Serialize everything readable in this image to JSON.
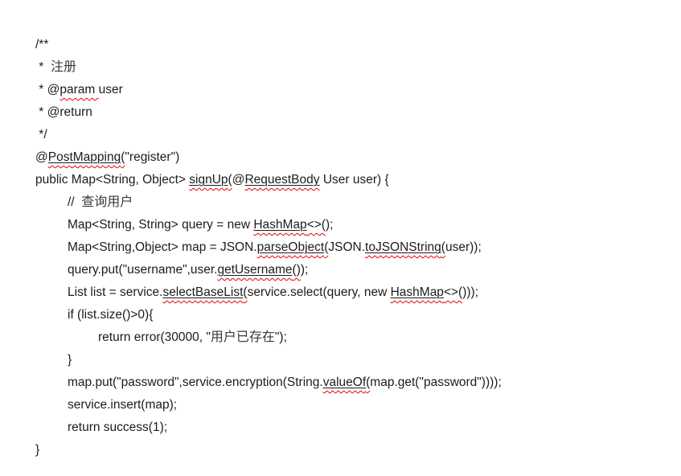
{
  "page": {
    "background": "#ffffff",
    "text_color": "#1c1c1c",
    "chinese_text_color": "#3a3a3a",
    "underline_color": "#1a1a1a",
    "squiggle_color": "#e80000",
    "language": "java"
  },
  "code": {
    "lines": [
      {
        "indent": 0,
        "segments": [
          {
            "s": "p",
            "t": "/**"
          }
        ]
      },
      {
        "indent": 0,
        "segments": [
          {
            "s": "p",
            "t": " *  "
          },
          {
            "s": "cn",
            "t": "注册"
          }
        ]
      },
      {
        "indent": 0,
        "segments": [
          {
            "s": "p",
            "t": " * @"
          },
          {
            "s": "sq",
            "t": "param "
          },
          {
            "s": "p",
            "t": "user"
          }
        ]
      },
      {
        "indent": 0,
        "segments": [
          {
            "s": "p",
            "t": " * @return"
          }
        ]
      },
      {
        "indent": 0,
        "segments": [
          {
            "s": "p",
            "t": " */"
          }
        ]
      },
      {
        "indent": 0,
        "segments": [
          {
            "s": "p",
            "t": "@"
          },
          {
            "s": "usq",
            "w": "PostMapping",
            "tail": "("
          },
          {
            "s": "p",
            "t": "\"register\")"
          }
        ]
      },
      {
        "indent": 0,
        "segments": [
          {
            "s": "p",
            "t": "public Map<String, Object> "
          },
          {
            "s": "usq",
            "w": "signUp",
            "tail": "("
          },
          {
            "s": "p",
            "t": "@"
          },
          {
            "s": "usq",
            "w": "RequestBody",
            "tail": ""
          },
          {
            "s": "p",
            "t": " User user) {"
          }
        ]
      },
      {
        "indent": 1,
        "segments": [
          {
            "s": "p",
            "t": "//  "
          },
          {
            "s": "cn",
            "t": "查询用户"
          }
        ]
      },
      {
        "indent": 1,
        "segments": [
          {
            "s": "p",
            "t": "Map<String, String> query = new "
          },
          {
            "s": "usq",
            "w": "HashMap",
            "tail": "<>("
          },
          {
            "s": "p",
            "t": ");"
          }
        ]
      },
      {
        "indent": 1,
        "segments": [
          {
            "s": "p",
            "t": "Map<String,Object> map = JSON."
          },
          {
            "s": "usq",
            "w": "parseObject",
            "tail": "("
          },
          {
            "s": "p",
            "t": "JSON."
          },
          {
            "s": "usq",
            "w": "toJSONString",
            "tail": "("
          },
          {
            "s": "p",
            "t": "user));"
          }
        ]
      },
      {
        "indent": 1,
        "segments": [
          {
            "s": "p",
            "t": "query.put(\"username\",user."
          },
          {
            "s": "usq",
            "w": "getUsername",
            "tail": "()"
          },
          {
            "s": "p",
            "t": ");"
          }
        ]
      },
      {
        "indent": 1,
        "segments": [
          {
            "s": "p",
            "t": "List list = service."
          },
          {
            "s": "usq",
            "w": "selectBaseList",
            "tail": "("
          },
          {
            "s": "p",
            "t": "service.select(query, new "
          },
          {
            "s": "usq",
            "w": "HashMap",
            "tail": "<>("
          },
          {
            "s": "p",
            "t": ")));"
          }
        ]
      },
      {
        "indent": 1,
        "segments": [
          {
            "s": "p",
            "t": "if (list.size()>0){"
          }
        ]
      },
      {
        "indent": 2,
        "segments": [
          {
            "s": "p",
            "t": "return error(30000, \""
          },
          {
            "s": "cn",
            "t": "用户已存在"
          },
          {
            "s": "p",
            "t": "\");"
          }
        ]
      },
      {
        "indent": 1,
        "segments": [
          {
            "s": "p",
            "t": "}"
          }
        ]
      },
      {
        "indent": 1,
        "segments": [
          {
            "s": "p",
            "t": "map.put(\"password\",service.encryption(String."
          },
          {
            "s": "usq",
            "w": "valueOf",
            "tail": "("
          },
          {
            "s": "p",
            "t": "map.get(\"password\"))));"
          }
        ]
      },
      {
        "indent": 1,
        "segments": [
          {
            "s": "p",
            "t": "service.insert(map);"
          }
        ]
      },
      {
        "indent": 1,
        "segments": [
          {
            "s": "p",
            "t": "return success(1);"
          }
        ]
      },
      {
        "indent": 0,
        "segments": [
          {
            "s": "p",
            "t": "}"
          }
        ]
      }
    ]
  }
}
